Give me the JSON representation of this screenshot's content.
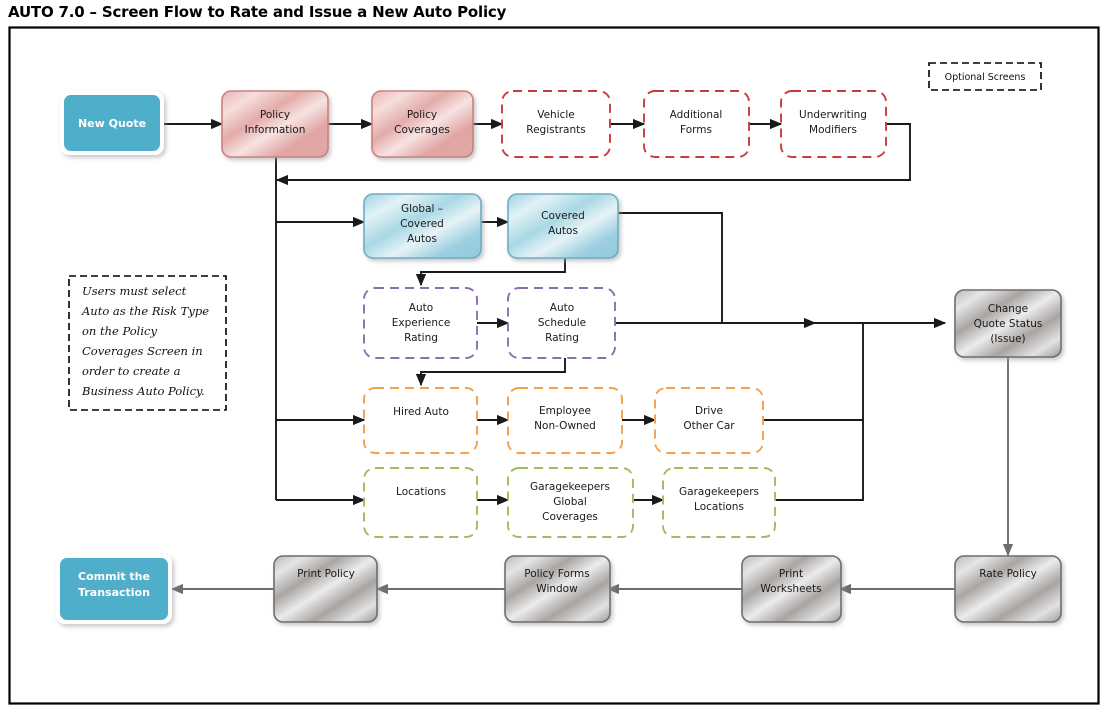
{
  "title": "AUTO 7.0 – Screen Flow to Rate and Issue a New Auto Policy",
  "legend": {
    "optional_screens": "Optional Screens"
  },
  "note": {
    "lines": [
      "Users must select",
      "Auto as the Risk Type",
      "on the Policy",
      "Coverages Screen in",
      "order to create a",
      "Business Auto Policy."
    ]
  },
  "colors": {
    "teal": "#4FAECA",
    "pink_border": "#C98282",
    "red_dashed": "#CC3B3B",
    "blue_border": "#6FAEC4",
    "purple_dashed": "#8B6FAF",
    "orange_dashed": "#F5A04A",
    "green_dashed": "#9BBE5E",
    "gray_border": "#6E6E6E",
    "connector": "#1a1a1a",
    "connector_gray": "#6E6E6E",
    "page_border": "#000000"
  },
  "nodes": {
    "new_quote": {
      "label": [
        "New Quote"
      ],
      "style": "teal"
    },
    "policy_information": {
      "label": [
        "Policy",
        "Information"
      ],
      "style": "pink"
    },
    "policy_coverages": {
      "label": [
        "Policy",
        "Coverages"
      ],
      "style": "pink"
    },
    "vehicle_registrants": {
      "label": [
        "Vehicle",
        "Registrants"
      ],
      "style": "red-dashed"
    },
    "additional_forms": {
      "label": [
        "Additional",
        "Forms"
      ],
      "style": "red-dashed"
    },
    "underwriting_modifiers": {
      "label": [
        "Underwriting",
        "Modifiers"
      ],
      "style": "red-dashed"
    },
    "global_covered_autos": {
      "label": [
        "Global –",
        "Covered",
        "Autos"
      ],
      "style": "blue"
    },
    "covered_autos": {
      "label": [
        "Covered",
        "Autos"
      ],
      "style": "blue"
    },
    "auto_experience_rating": {
      "label": [
        "Auto",
        "Experience",
        "Rating"
      ],
      "style": "purple-dashed"
    },
    "auto_schedule_rating": {
      "label": [
        "Auto",
        "Schedule",
        "Rating"
      ],
      "style": "purple-dashed"
    },
    "hired_auto": {
      "label": [
        "Hired Auto"
      ],
      "style": "orange-dashed"
    },
    "employee_non_owned": {
      "label": [
        "Employee",
        "Non-Owned"
      ],
      "style": "orange-dashed"
    },
    "drive_other_car": {
      "label": [
        "Drive",
        "Other Car"
      ],
      "style": "orange-dashed"
    },
    "locations": {
      "label": [
        "Locations"
      ],
      "style": "green-dashed"
    },
    "garagekeepers_global_coverages": {
      "label": [
        "Garagekeepers",
        "Global",
        "Coverages"
      ],
      "style": "green-dashed"
    },
    "garagekeepers_locations": {
      "label": [
        "Garagekeepers",
        "Locations"
      ],
      "style": "green-dashed"
    },
    "change_quote_status": {
      "label": [
        "Change",
        "Quote Status",
        "(Issue)"
      ],
      "style": "gray"
    },
    "rate_policy": {
      "label": [
        "Rate Policy"
      ],
      "style": "gray"
    },
    "print_worksheets": {
      "label": [
        "Print",
        "Worksheets"
      ],
      "style": "gray"
    },
    "policy_forms_window": {
      "label": [
        "Policy Forms",
        "Window"
      ],
      "style": "gray"
    },
    "print_policy": {
      "label": [
        "Print Policy"
      ],
      "style": "gray"
    },
    "commit_the_transaction": {
      "label": [
        "Commit the",
        "Transaction"
      ],
      "style": "teal"
    }
  }
}
